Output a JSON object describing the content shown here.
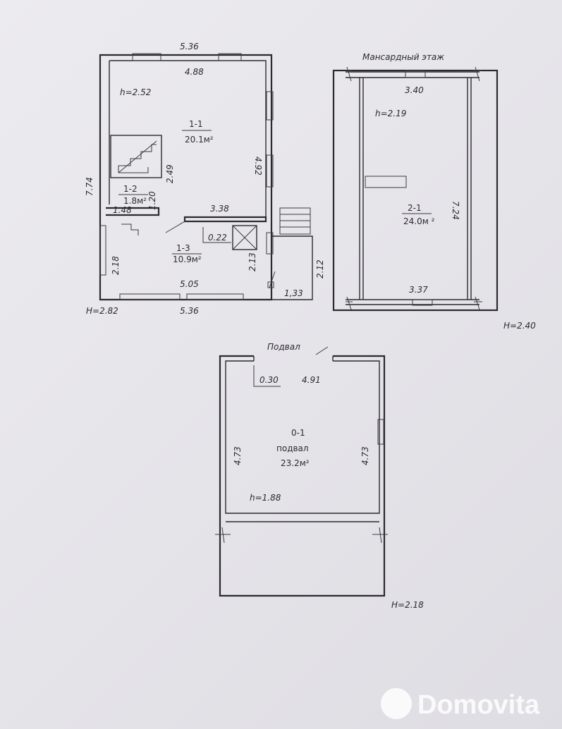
{
  "floor1": {
    "top_outer": "5.36",
    "top_inner": "4.88",
    "height": "h=2.52",
    "left_total": "7.74",
    "room_1_1_id": "1-1",
    "room_1_1_area": "20.1м²",
    "right_1_1": "4.92",
    "stair_dim": "2.49",
    "room_1_2_id": "1-2",
    "room_1_2_area": "1.8м²",
    "dim_120": "1.20",
    "dim_148": "1.48",
    "dim_338": "3.38",
    "dim_022": "0.22",
    "room_1_3_id": "1-3",
    "room_1_3_area": "10.9м²",
    "dim_218": "2.18",
    "dim_213": "2.13",
    "dim_212": "2.12",
    "dim_133": "1,33",
    "bottom_inner": "5.05",
    "bottom_outer": "5.36",
    "H": "H=2.82"
  },
  "attic": {
    "title": "Мансардный этаж",
    "top_inner": "3.40",
    "height": "h=2.19",
    "room_id": "2-1",
    "room_area": "24.0м ²",
    "right_dim": "7.24",
    "bottom_inner": "3.37",
    "H": "H=2.40"
  },
  "basement": {
    "title": "Подвал",
    "dim_030": "0.30",
    "top_inner": "4.91",
    "room_id": "0-1",
    "room_name": "подвал",
    "room_area": "23.2м²",
    "left_dim": "4.73",
    "right_dim": "4.73",
    "height": "h=1.88",
    "H": "H=2.18"
  },
  "watermark": {
    "text": "Domovita"
  }
}
